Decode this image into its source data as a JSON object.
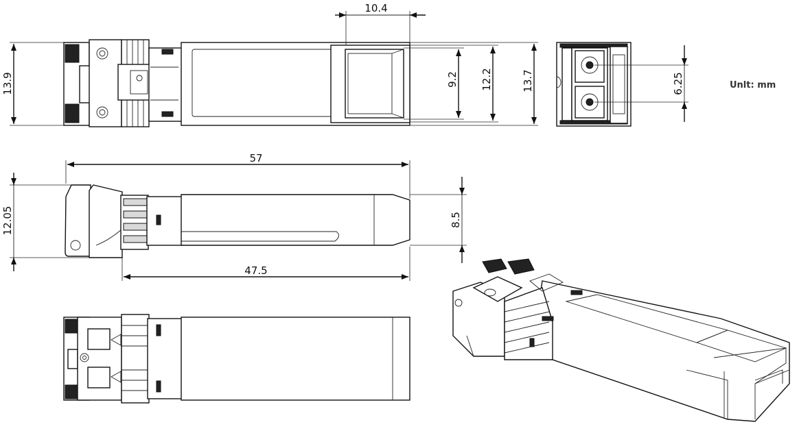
{
  "unit_label": "Unlt: mm",
  "dimensions": {
    "top_width": "10.4",
    "front_height_a": "9.2",
    "front_height_b": "12.2",
    "front_height_c": "13.7",
    "left_height": "13.9",
    "port_pitch": "6.25",
    "overall_length": "57",
    "side_height": "12.05",
    "side_body_height": "8.5",
    "body_length": "47.5"
  }
}
